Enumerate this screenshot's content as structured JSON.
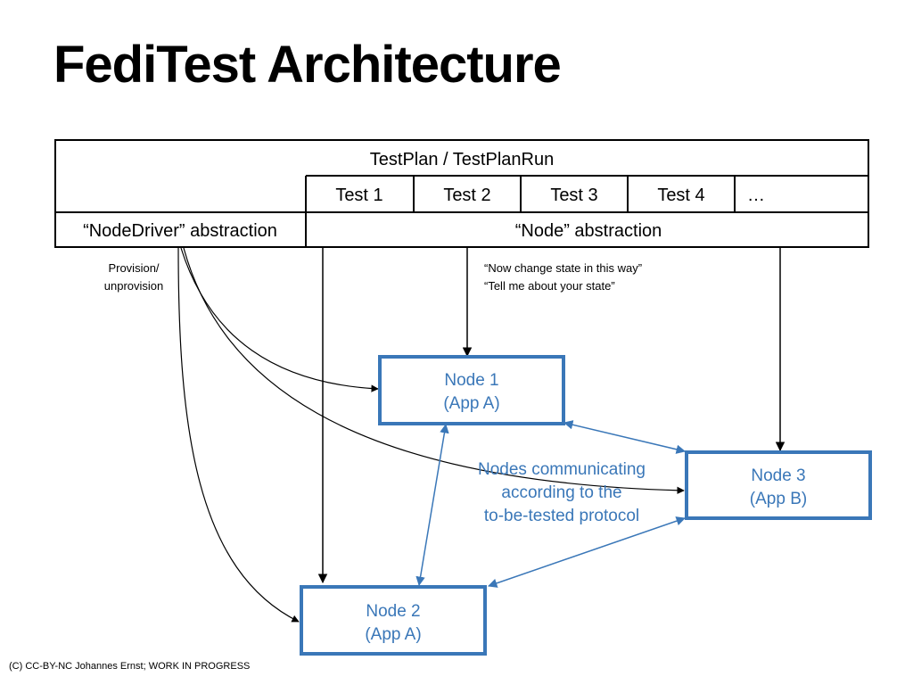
{
  "title": "FediTest Architecture",
  "testplan": {
    "label": "TestPlan / TestPlanRun",
    "tests": [
      "Test 1",
      "Test 2",
      "Test 3",
      "Test 4",
      "…"
    ]
  },
  "nodedriver_label": "“NodeDriver” abstraction",
  "node_abstraction_label": "“Node” abstraction",
  "provision_label": [
    "Provision/",
    "unprovision"
  ],
  "instructions": [
    "“Now change state in this way”",
    "“Tell me about your state”"
  ],
  "nodes": [
    {
      "id": "node1",
      "name": "Node 1",
      "app": "(App A)"
    },
    {
      "id": "node2",
      "name": "Node 2",
      "app": "(App A)"
    },
    {
      "id": "node3",
      "name": "Node 3",
      "app": "(App B)"
    }
  ],
  "communication_label": [
    "Nodes communicating",
    "according to the",
    "to-be-tested protocol"
  ],
  "footer": "(C) CC-BY-NC Johannes Ernst; WORK IN PROGRESS",
  "colors": {
    "node_blue": "#3a77b8",
    "line_black": "#000000"
  }
}
